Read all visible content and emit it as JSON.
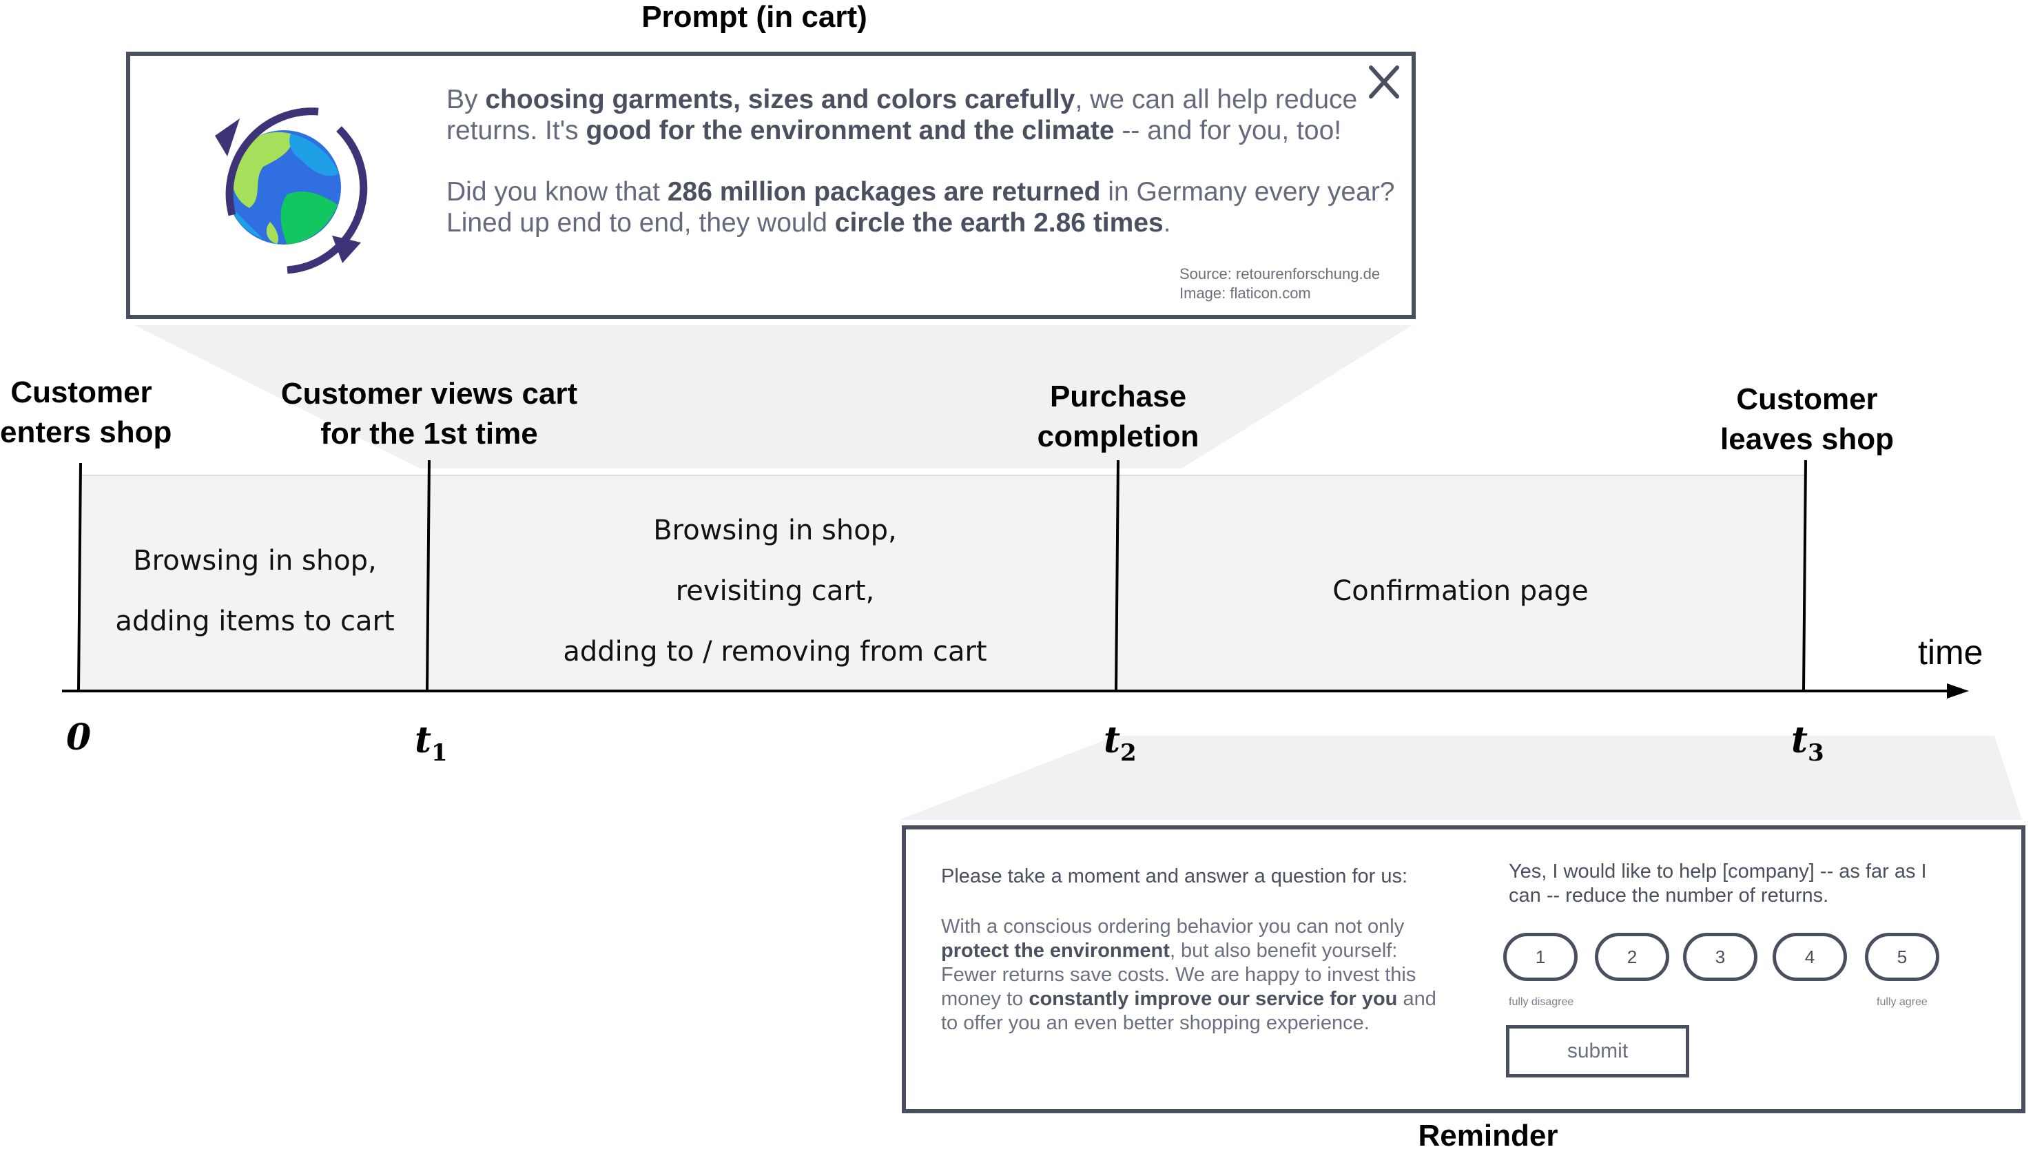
{
  "prompt": {
    "title": "Prompt (in cart)",
    "para1": {
      "pre": "By ",
      "b1": "choosing garments, sizes and colors carefully",
      "mid1": ", we can all help reduce",
      "line2_pre": "returns. It's ",
      "b2": "good for the environment and the climate",
      "line2_post": " -- and for you, too!"
    },
    "para2": {
      "pre": "Did you know that ",
      "b1": "286 million packages are returned",
      "post": " in Germany every year?",
      "line2_pre": "Lined up end to end, they would ",
      "b2": "circle the earth 2.86 times",
      "line2_post": "."
    },
    "source_line": "Source: retourenforschung.de",
    "image_line": "Image: flaticon.com",
    "close_icon": "close-icon",
    "illustration_icon": "globe-recycle-icon"
  },
  "timeline": {
    "events": [
      {
        "label1": "Customer",
        "label2": "enters shop",
        "tick": "0"
      },
      {
        "label1": "Customer views cart",
        "label2": "for the 1st time",
        "tick": "t",
        "sub": "1"
      },
      {
        "label1": "Purchase",
        "label2": "completion",
        "tick": "t",
        "sub": "2"
      },
      {
        "label1": "Customer",
        "label2": "leaves shop",
        "tick": "t",
        "sub": "3"
      }
    ],
    "phases": [
      {
        "line1": "Browsing in shop,",
        "line2": "adding items to cart"
      },
      {
        "line1": "Browsing in shop,",
        "line2": "revisiting cart,",
        "line3": "adding to / removing from cart"
      },
      {
        "line1": "Confirmation page"
      }
    ],
    "axis_label": "time",
    "colors": {
      "phase_fill": "#f3f3f3",
      "axis": "#000000"
    }
  },
  "reminder": {
    "title": "Reminder",
    "question": "Please take a moment and answer a question for us:",
    "body": {
      "l1": "With a conscious ordering behavior you can not only",
      "l2b": "protect the environment",
      "l2": ", but also benefit yourself:",
      "l3": "Fewer returns save costs. We are happy to invest this",
      "l4": "money to ",
      "l4b": "constantly improve our service for you",
      "l4post": " and",
      "l5": "to offer you an even better shopping experience."
    },
    "statement_l1": "Yes, I would like to help [company] -- as far as I",
    "statement_l2": "can -- reduce the number of returns.",
    "scale": [
      "1",
      "2",
      "3",
      "4",
      "5"
    ],
    "scale_low": "fully disagree",
    "scale_high": "fully agree",
    "submit_label": "submit"
  }
}
